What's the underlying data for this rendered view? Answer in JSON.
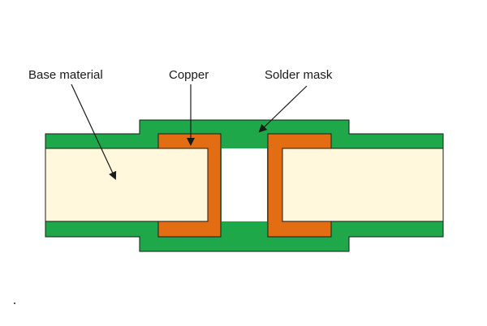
{
  "labels": {
    "base_material": "Base material",
    "copper": "Copper",
    "solder_mask": "Solder mask"
  },
  "colors": {
    "solder_mask": "#1fa84a",
    "copper": "#e26d12",
    "base_material": "#fff8dc",
    "outline": "#1a1a1a"
  }
}
